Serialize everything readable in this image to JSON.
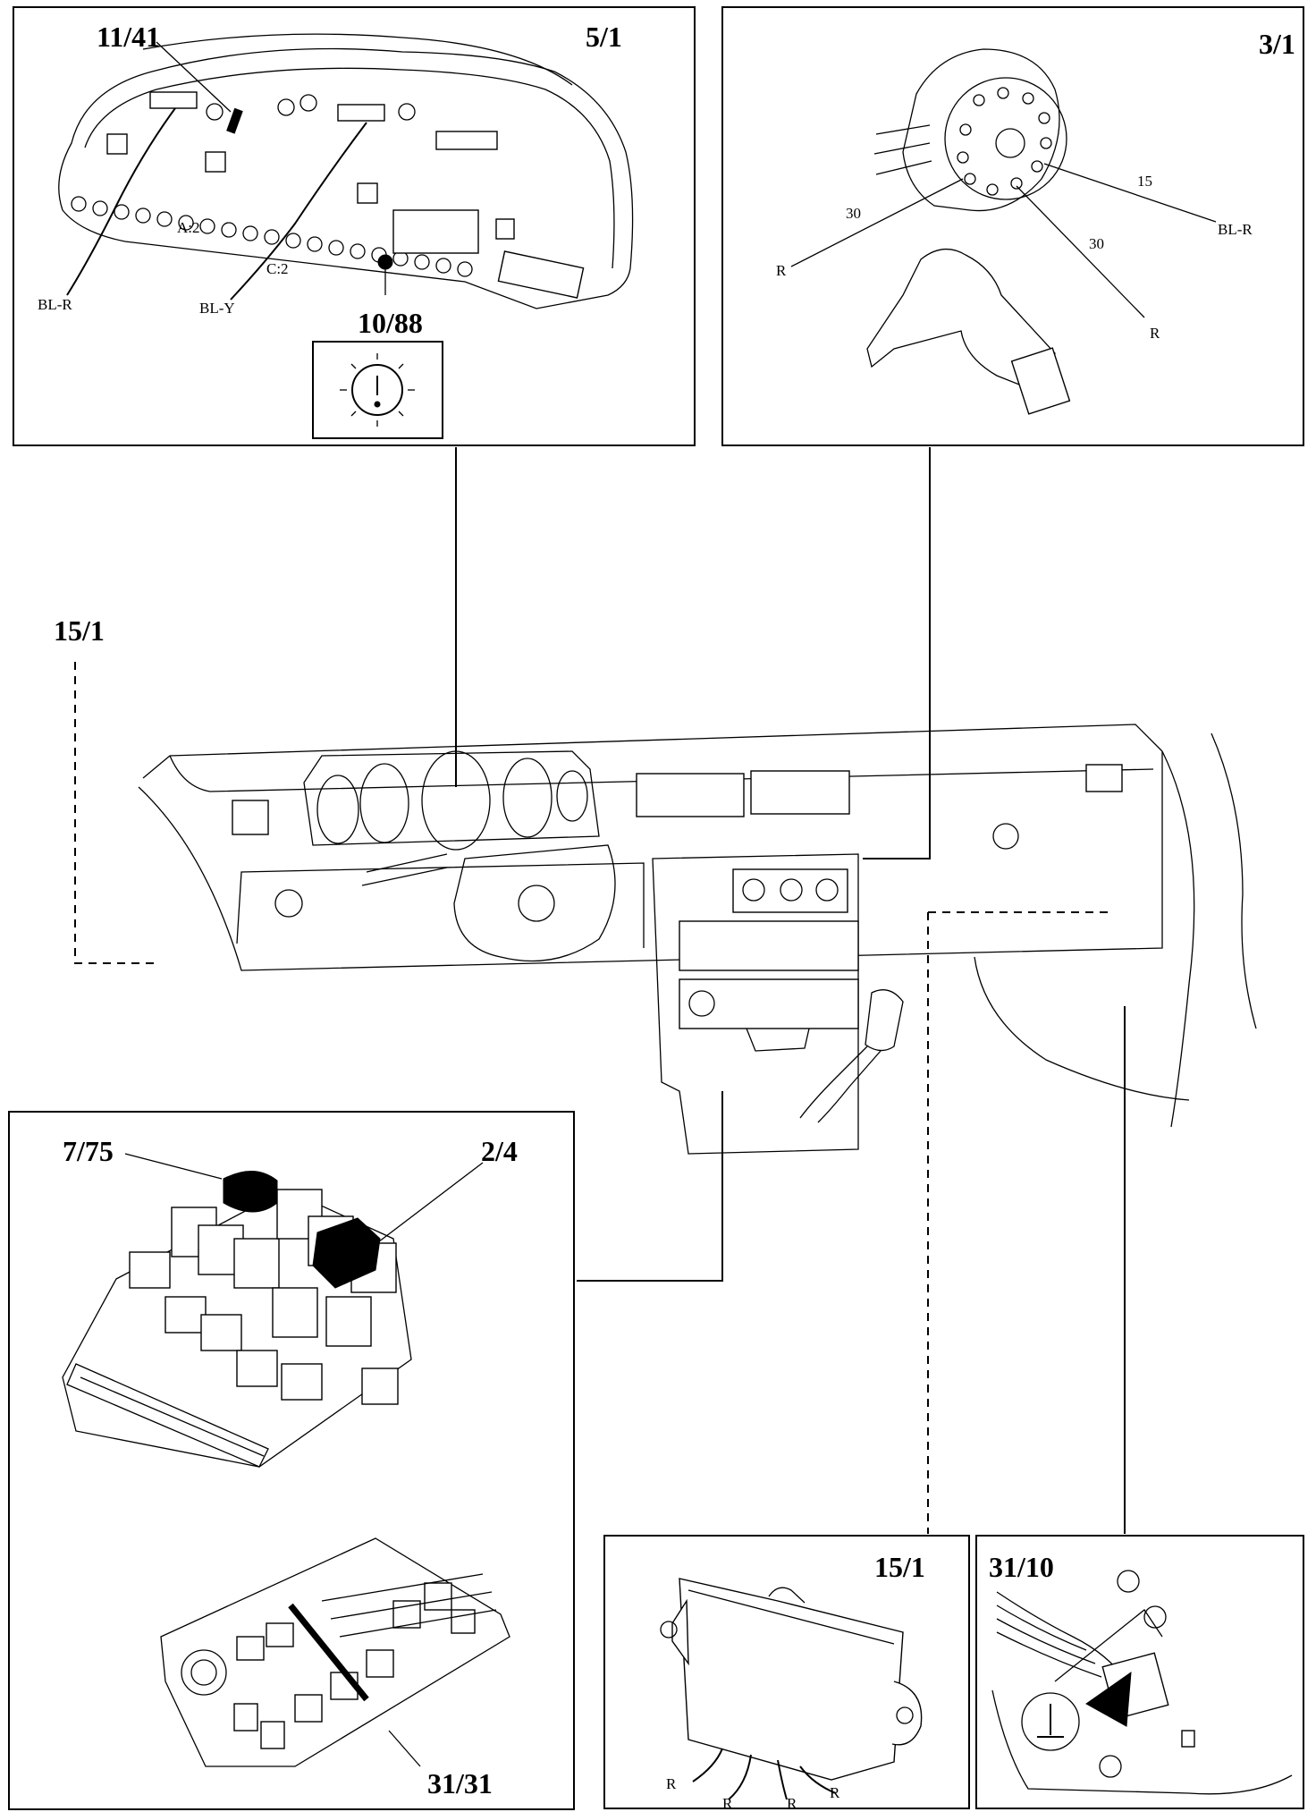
{
  "panels": {
    "instrument": {
      "title": "5/1",
      "callout_top": "11/41",
      "callout_bottom": "10/88",
      "conn_a": "A:2",
      "conn_c": "C:2",
      "wire_left": "BL-R",
      "wire_right": "BL-Y"
    },
    "ignition": {
      "title": "3/1",
      "pin15": "15",
      "pin30a": "30",
      "pin30b": "30",
      "wire_blr": "BL-R",
      "wire_r1": "R",
      "wire_r2": "R"
    },
    "dash": {
      "left_ref": "15/1"
    },
    "relay": {
      "label_a": "7/75",
      "label_b": "2/4",
      "label_c": "31/31"
    },
    "module": {
      "title": "15/1",
      "w1": "R",
      "w2": "R",
      "w3": "R",
      "w4": "R"
    },
    "ground": {
      "title": "31/10"
    }
  },
  "icons": [
    "warning-lamp-icon",
    "ground-symbol-icon"
  ]
}
